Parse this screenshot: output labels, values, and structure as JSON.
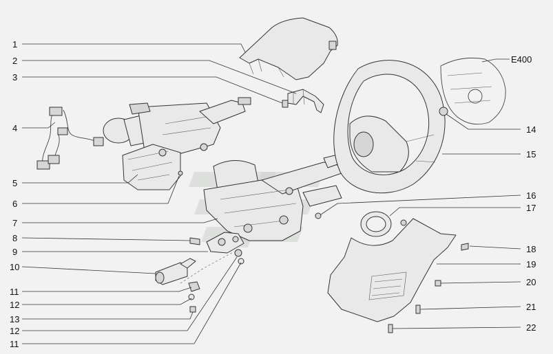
{
  "callouts_left": [
    {
      "id": "c1",
      "text": "1"
    },
    {
      "id": "c2",
      "text": "2"
    },
    {
      "id": "c3",
      "text": "3"
    },
    {
      "id": "c4",
      "text": "4"
    },
    {
      "id": "c5",
      "text": "5"
    },
    {
      "id": "c6",
      "text": "6"
    },
    {
      "id": "c7",
      "text": "7"
    },
    {
      "id": "c8",
      "text": "8"
    },
    {
      "id": "c9",
      "text": "9"
    },
    {
      "id": "c10",
      "text": "10"
    },
    {
      "id": "c11a",
      "text": "11"
    },
    {
      "id": "c12a",
      "text": "12"
    },
    {
      "id": "c13",
      "text": "13"
    },
    {
      "id": "c12b",
      "text": "12"
    },
    {
      "id": "c11b",
      "text": "11"
    }
  ],
  "callouts_right": [
    {
      "id": "e400",
      "text": "E400"
    },
    {
      "id": "c14",
      "text": "14"
    },
    {
      "id": "c15",
      "text": "15"
    },
    {
      "id": "c16",
      "text": "16"
    },
    {
      "id": "c17",
      "text": "17"
    },
    {
      "id": "c18",
      "text": "18"
    },
    {
      "id": "c19",
      "text": "19"
    },
    {
      "id": "c20",
      "text": "20"
    },
    {
      "id": "c21",
      "text": "21"
    },
    {
      "id": "c22",
      "text": "22"
    }
  ],
  "colors": {
    "background": "#f2f2f2",
    "line": "#333333",
    "watermark": "#cdd2cc"
  }
}
